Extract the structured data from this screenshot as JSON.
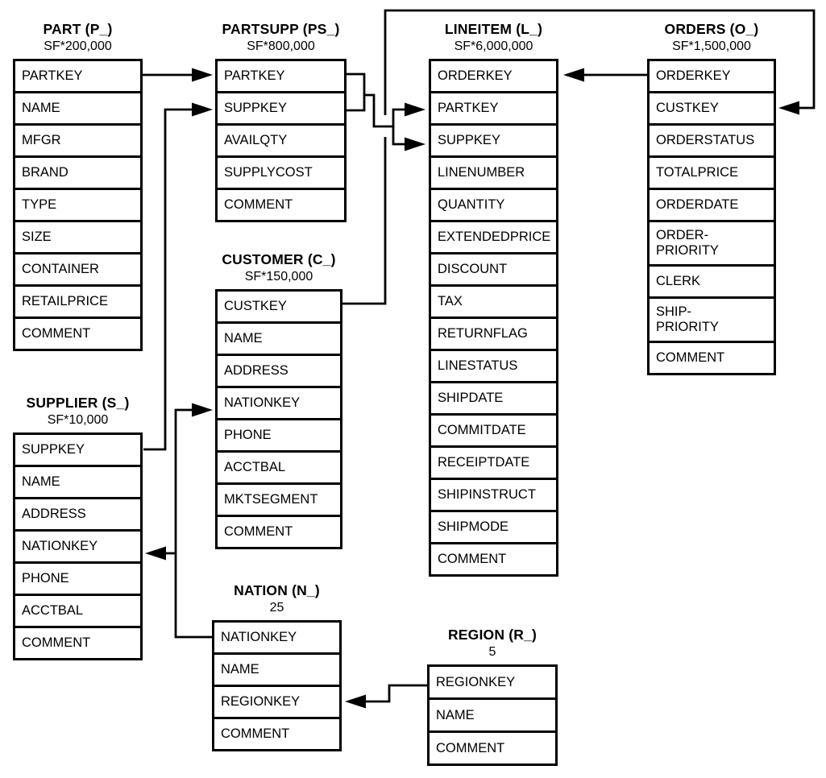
{
  "diagram": {
    "kind": "database-schema",
    "colors": {
      "line": "#000000",
      "background": "#ffffff",
      "text": "#000000"
    }
  },
  "tables": [
    {
      "key": "part",
      "title": "PART (P_)",
      "cardinality": "SF*200,000",
      "fields": [
        "PARTKEY",
        "NAME",
        "MFGR",
        "BRAND",
        "TYPE",
        "SIZE",
        "CONTAINER",
        "RETAILPRICE",
        "COMMENT"
      ]
    },
    {
      "key": "partsupp",
      "title": "PARTSUPP (PS_)",
      "cardinality": "SF*800,000",
      "fields": [
        "PARTKEY",
        "SUPPKEY",
        "AVAILQTY",
        "SUPPLYCOST",
        "COMMENT"
      ]
    },
    {
      "key": "lineitem",
      "title": "LINEITEM (L_)",
      "cardinality": "SF*6,000,000",
      "fields": [
        "ORDERKEY",
        "PARTKEY",
        "SUPPKEY",
        "LINENUMBER",
        "QUANTITY",
        "EXTENDEDPRICE",
        "DISCOUNT",
        "TAX",
        "RETURNFLAG",
        "LINESTATUS",
        "SHIPDATE",
        "COMMITDATE",
        "RECEIPTDATE",
        "SHIPINSTRUCT",
        "SHIPMODE",
        "COMMENT"
      ]
    },
    {
      "key": "orders",
      "title": "ORDERS (O_)",
      "cardinality": "SF*1,500,000",
      "fields": [
        "ORDERKEY",
        "CUSTKEY",
        "ORDERSTATUS",
        "TOTALPRICE",
        "ORDERDATE",
        "ORDER-\nPRIORITY",
        "CLERK",
        "SHIP-\nPRIORITY",
        "COMMENT"
      ]
    },
    {
      "key": "customer",
      "title": "CUSTOMER (C_)",
      "cardinality": "SF*150,000",
      "fields": [
        "CUSTKEY",
        "NAME",
        "ADDRESS",
        "NATIONKEY",
        "PHONE",
        "ACCTBAL",
        "MKTSEGMENT",
        "COMMENT"
      ]
    },
    {
      "key": "supplier",
      "title": "SUPPLIER (S_)",
      "cardinality": "SF*10,000",
      "fields": [
        "SUPPKEY",
        "NAME",
        "ADDRESS",
        "NATIONKEY",
        "PHONE",
        "ACCTBAL",
        "COMMENT"
      ]
    },
    {
      "key": "nation",
      "title": "NATION (N_)",
      "cardinality": "25",
      "fields": [
        "NATIONKEY",
        "NAME",
        "REGIONKEY",
        "COMMENT"
      ]
    },
    {
      "key": "region",
      "title": "REGION (R_)",
      "cardinality": "5",
      "fields": [
        "REGIONKEY",
        "NAME",
        "COMMENT"
      ]
    }
  ],
  "relationships": [
    {
      "id": "part-partsupp",
      "from": "PART.PARTKEY",
      "to": "PARTSUPP.PARTKEY"
    },
    {
      "id": "supplier-partsupp",
      "from": "SUPPLIER.SUPPKEY",
      "to": "PARTSUPP.SUPPKEY"
    },
    {
      "id": "partsupp-lineitem-partkey",
      "from": "PARTSUPP.PARTKEY",
      "to": "LINEITEM.PARTKEY"
    },
    {
      "id": "partsupp-lineitem-suppkey",
      "from": "PARTSUPP.SUPPKEY",
      "to": "LINEITEM.SUPPKEY"
    },
    {
      "id": "orders-lineitem",
      "from": "ORDERS.ORDERKEY",
      "to": "LINEITEM.ORDERKEY"
    },
    {
      "id": "customer-orders",
      "from": "CUSTOMER.CUSTKEY",
      "to": "ORDERS.CUSTKEY"
    },
    {
      "id": "nation-customer",
      "from": "NATION.NATIONKEY",
      "to": "CUSTOMER.NATIONKEY"
    },
    {
      "id": "nation-supplier",
      "from": "NATION.NATIONKEY",
      "to": "SUPPLIER.NATIONKEY"
    },
    {
      "id": "region-nation",
      "from": "REGION.REGIONKEY",
      "to": "NATION.REGIONKEY"
    }
  ]
}
